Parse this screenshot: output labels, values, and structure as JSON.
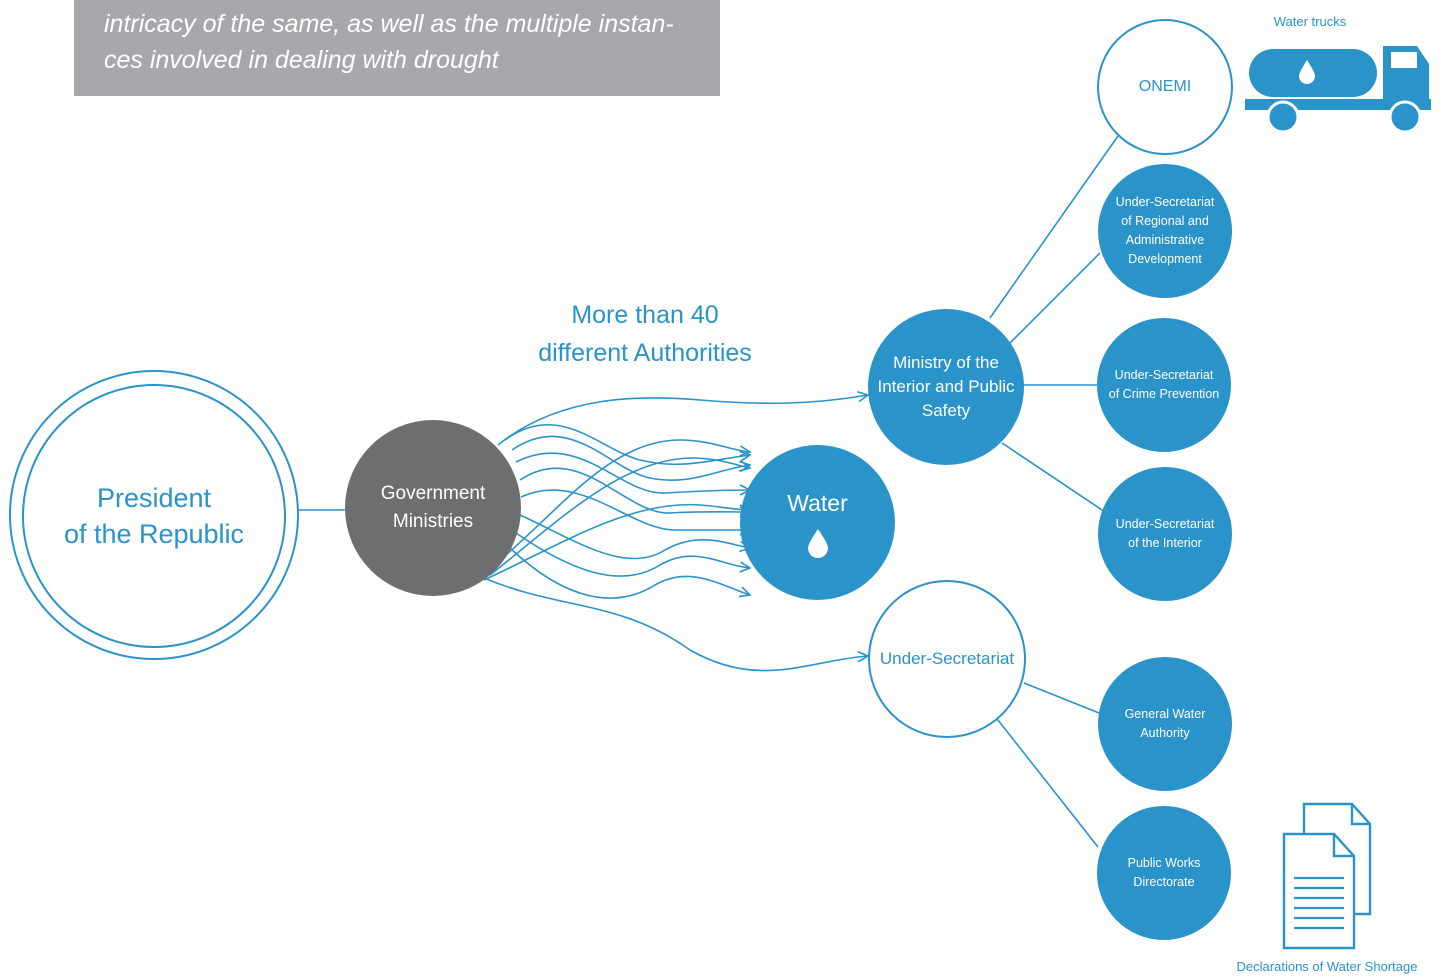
{
  "caption": {
    "lines": [
      "intricacy of the same, as well as the multiple instan-",
      "ces involved in dealing with drought"
    ]
  },
  "colors": {
    "accent": "#2a93c9",
    "dark_node": "#6d6e70",
    "caption_bg": "#a6a8ab"
  },
  "headline": {
    "line1": "More than 40",
    "line2": "different Authorities"
  },
  "nodes": {
    "president": {
      "line1": "President",
      "line2": "of the Republic"
    },
    "ministries": {
      "line1": "Government",
      "line2": "Ministries"
    },
    "water": {
      "label": "Water",
      "icon": "water-drop-icon"
    },
    "interior": {
      "line1": "Ministry of the",
      "line2": "Interior and Public",
      "line3": "Safety"
    },
    "undersecretariat": {
      "label": "Under-Secretariat"
    },
    "onemi": {
      "label": "ONEMI"
    },
    "regional": {
      "line1": "Under-Secretariat",
      "line2": "of Regional and",
      "line3": "Administrative",
      "line4": "Development"
    },
    "crime": {
      "line1": "Under-Secretariat",
      "line2": "of Crime Prevention"
    },
    "interior_sub": {
      "line1": "Under-Secretariat",
      "line2": "of the Interior"
    },
    "dga": {
      "line1": "General Water",
      "line2": "Authority"
    },
    "mop": {
      "line1": "Public Works",
      "line2": "Directorate"
    }
  },
  "icons": {
    "truck": {
      "name": "water-truck-icon",
      "label": "Water trucks"
    },
    "documents": {
      "name": "documents-icon",
      "label": "Declarations of Water Shortage"
    }
  }
}
